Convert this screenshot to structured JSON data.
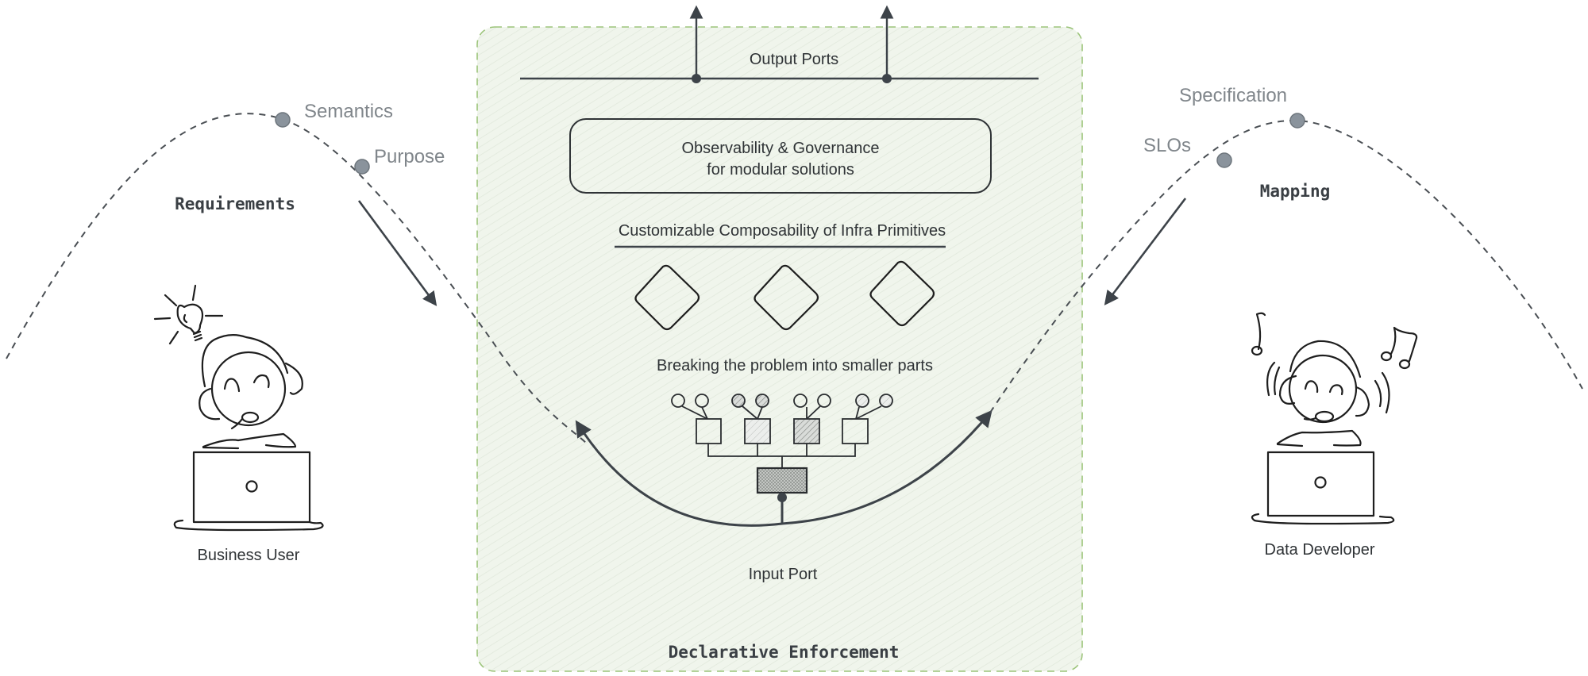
{
  "diagram": {
    "container": {
      "title": "Declarative Enforcement",
      "fill_color": "#eef4ea",
      "border_color": "#8fbc6a"
    },
    "output_ports": {
      "label": "Output Ports",
      "count": 2
    },
    "observability_box": {
      "line1": "Observability & Governance",
      "line2": "for modular solutions"
    },
    "composability": {
      "title": "Customizable Composability of Infra Primitives",
      "primitive_count": 3,
      "caption": "Breaking the problem into smaller parts"
    },
    "tree": {
      "leaf_groups": [
        {
          "fill": "none"
        },
        {
          "fill": "light-hatch"
        },
        {
          "fill": "dark-hatch"
        },
        {
          "fill": "none"
        }
      ],
      "leaf_circles": [
        {
          "fill": "none"
        },
        {
          "fill": "none"
        },
        {
          "fill": "hatch"
        },
        {
          "fill": "hatch"
        },
        {
          "fill": "none"
        },
        {
          "fill": "none"
        },
        {
          "fill": "hatch"
        },
        {
          "fill": "hatch"
        }
      ],
      "root_fill": "crosshatch"
    },
    "input_port": {
      "label": "Input Port"
    },
    "left_persona": {
      "phase": "Requirements",
      "points": [
        "Semantics",
        "Purpose"
      ],
      "name": "Business User",
      "icon": "lightbulb-icon"
    },
    "right_persona": {
      "phase": "Mapping",
      "points": [
        "Specification",
        "SLOs"
      ],
      "name": "Data Developer",
      "icon": "music-notes-icon"
    },
    "colors": {
      "ink": "#1e1e1e",
      "arrow": "#3d4349",
      "point_marker": "#8a939c",
      "label_gray": "#80868b"
    }
  }
}
